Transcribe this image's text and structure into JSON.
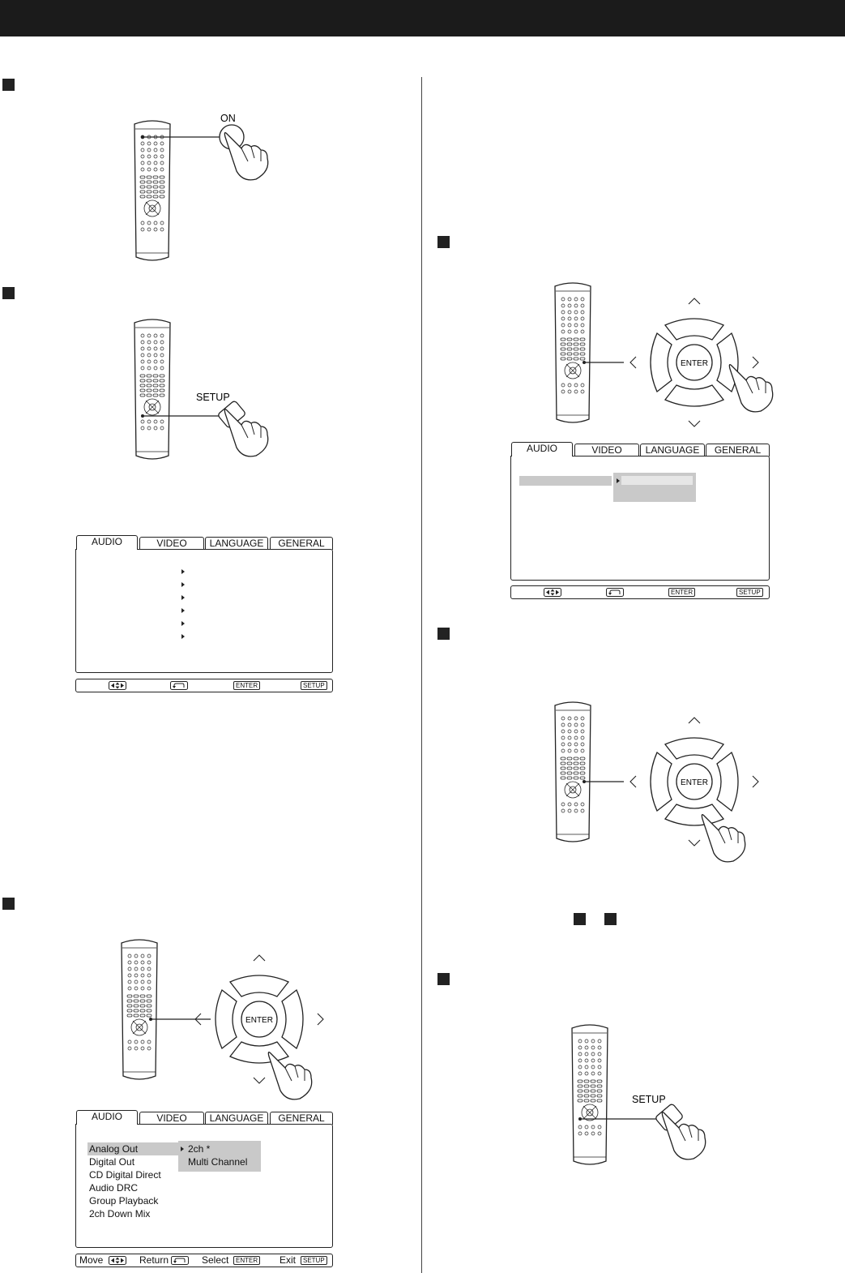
{
  "remote_labels": {
    "on": "ON",
    "setup": "SETUP",
    "enter": "ENTER"
  },
  "osd": {
    "tabs": [
      "AUDIO",
      "VIDEO",
      "LANGUAGE",
      "GENERAL"
    ],
    "menu_items": [
      "Analog Out",
      "Digital Out",
      "CD Digital Direct",
      "Audio DRC",
      "Group Playback",
      "2ch Down Mix"
    ],
    "submenu_options": [
      "2ch *",
      "Multi Channel"
    ],
    "footer": {
      "move": "Move",
      "return": "Return",
      "select": "Select",
      "exit": "Exit",
      "enter_key": "ENTER",
      "setup_key": "SETUP"
    }
  }
}
